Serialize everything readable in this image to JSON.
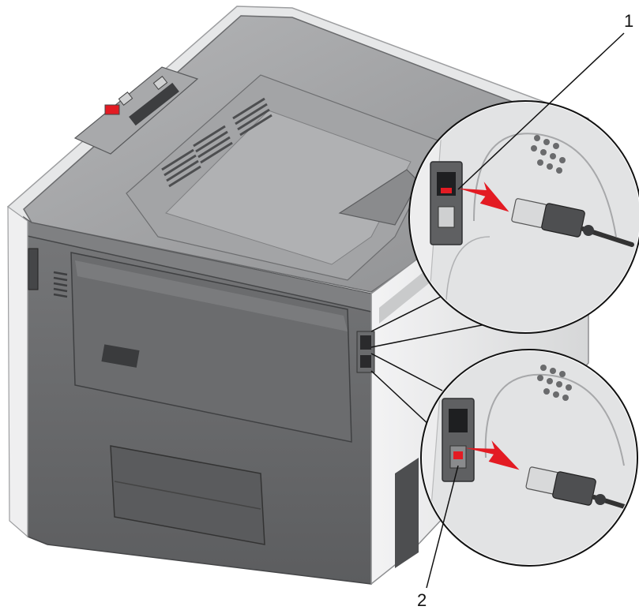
{
  "callouts": [
    {
      "label": "1"
    },
    {
      "label": "2"
    }
  ],
  "colors": {
    "body_dark": "#58595b",
    "body_mid": "#6d6e70",
    "body_light": "#8c8d8f",
    "top_panel": "#9a9b9d",
    "bezel_light": "#e6e7e8",
    "arrow_red": "#e31b23",
    "power_button": "#e31b23",
    "zoom_bg": "#ededee"
  },
  "icons": [
    "printer-illustration",
    "ethernet-port-icon",
    "usb-port-icon",
    "usb-cable-icon",
    "arrow-icon"
  ]
}
